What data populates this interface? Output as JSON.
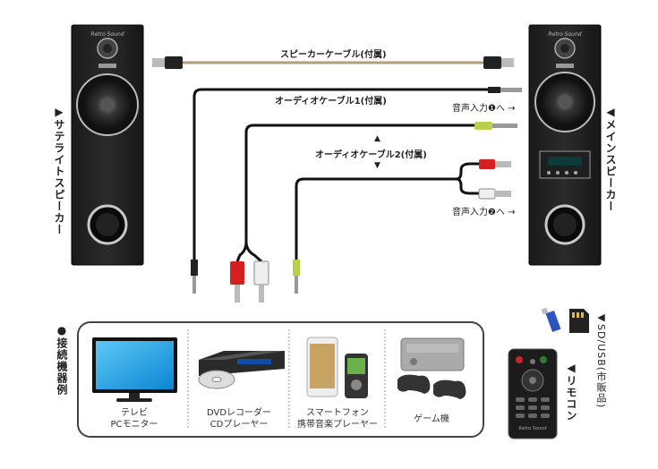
{
  "labels": {
    "satellite": "▶サテライトスピーカー",
    "main": "◀メインスピーカー",
    "cable_speaker": "スピーカーケーブル(付属)",
    "cable_audio1": "オーディオケーブル1(付属)",
    "cable_audio2": "オーディオケーブル2(付属)",
    "input1": "音声入力❶へ →",
    "input2": "音声入力❷へ →",
    "connected": "●接続機器例",
    "sd_usb": "◀SD/USB(市販品)",
    "remote": "◀リモコン",
    "arrow_up": "▲",
    "arrow_down": "▼"
  },
  "speaker_brand": "Retro Sound",
  "devices": [
    {
      "icon": "tv-monitor-icon",
      "caption": "テレビ\nPCモニター"
    },
    {
      "icon": "dvd-player-icon",
      "caption": "DVDレコーダー\nCDプレーヤー"
    },
    {
      "icon": "smartphone-icon",
      "caption": "スマートフォン\n携帯音楽プレーヤー"
    },
    {
      "icon": "game-console-icon",
      "caption": "ゲーム機"
    }
  ]
}
